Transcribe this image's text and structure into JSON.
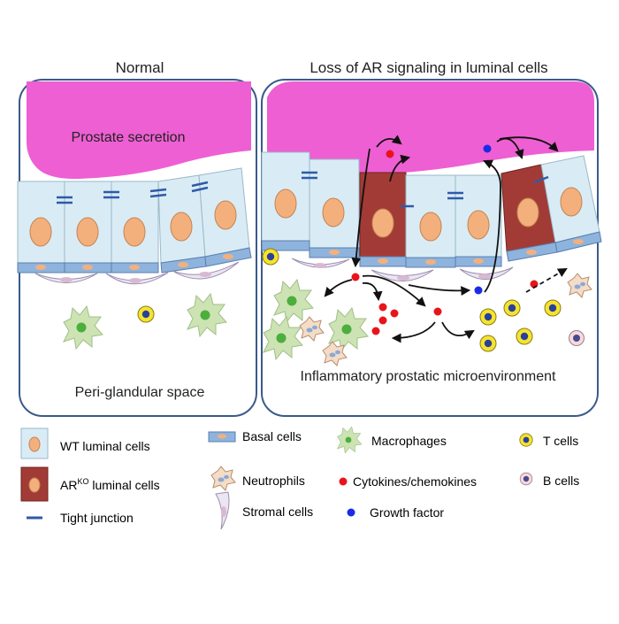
{
  "panels": {
    "normal": {
      "title": "Normal",
      "secretion_label": "Prostate secretion",
      "space_label": "Peri-glandular space"
    },
    "loss": {
      "title": "Loss of AR signaling in luminal cells",
      "space_label": "Inflammatory prostatic microenvironment"
    }
  },
  "legend": {
    "wt_luminal": "WT luminal cells",
    "ar_ko_base": "AR",
    "ar_ko_sup": "KO",
    "ar_ko_rest": " luminal cells",
    "tight_junction": "Tight junction",
    "basal": "Basal cells",
    "neutrophils": "Neutrophils",
    "stromal": "Stromal cells",
    "macrophages": "Macrophages",
    "cytokines": "Cytokines/chemokines",
    "growth_factor": "Growth factor",
    "t_cells": "T cells",
    "b_cells": "B cells"
  },
  "colors": {
    "secretion": "#ee5fd3",
    "wt_cell": "#d9ecf5",
    "ko_cell": "#a23b36",
    "nucleus": "#f4b07c",
    "basal": "#8eb3dd",
    "macrophage": "#cde3b4",
    "macrophage_nucleus": "#4cae3c",
    "cytokine": "#e8141c",
    "growth_factor": "#1a2be8",
    "t_cell": "#f4e42c",
    "panel_border": "#3a5a8a"
  }
}
